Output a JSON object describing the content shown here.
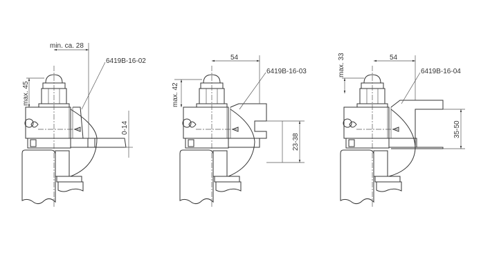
{
  "figures": [
    {
      "part_number": "6419B-16-02",
      "height_dim": "max. 45",
      "width_dim": "min. ca. 28",
      "range_dim": "0-14"
    },
    {
      "part_number": "6419B-16-03",
      "height_dim": "max. 42",
      "width_dim": "54",
      "range_dim": "23-38"
    },
    {
      "part_number": "6419B-16-04",
      "height_dim": "max. 33",
      "width_dim": "54",
      "range_dim": "35-50"
    }
  ]
}
